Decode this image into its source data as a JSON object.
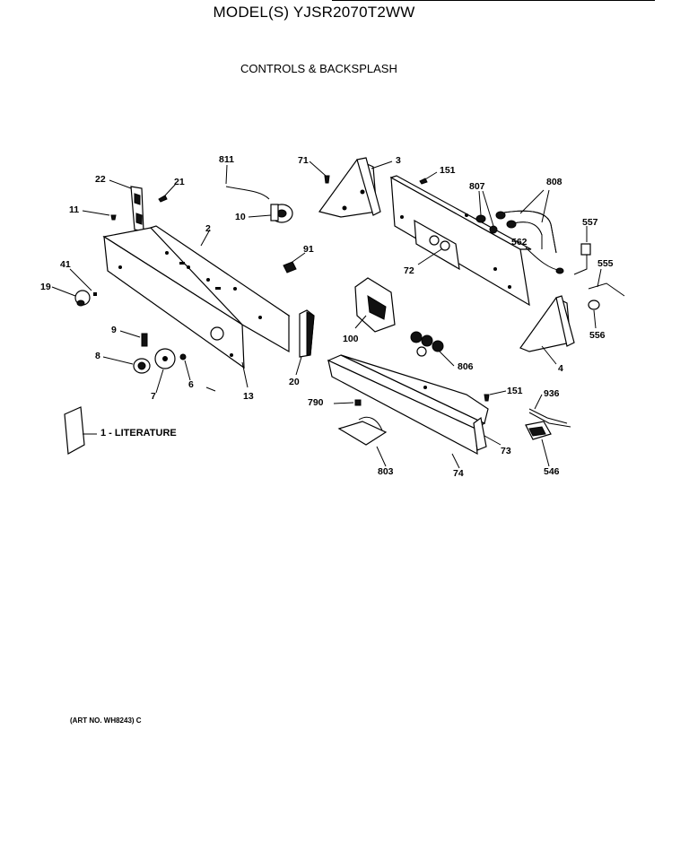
{
  "header": {
    "model_title": "MODEL(S) YJSR2070T2WW",
    "section_title": "CONTROLS & BACKSPLASH"
  },
  "literature_label": "1 - LITERATURE",
  "art_number": "(ART NO. WH8243) C",
  "callouts": {
    "c811": "811",
    "c71": "71",
    "c3": "3",
    "c151a": "151",
    "c807": "807",
    "c808": "808",
    "c22": "22",
    "c21": "21",
    "c11": "11",
    "c10": "10",
    "c2": "2",
    "c91": "91",
    "c557": "557",
    "c562": "562",
    "c555": "555",
    "c72": "72",
    "c41": "41",
    "c19": "19",
    "c556": "556",
    "c100": "100",
    "c9": "9",
    "c8": "8",
    "c6": "6",
    "c7": "7",
    "c13": "13",
    "c20": "20",
    "c806": "806",
    "c4": "4",
    "c151b": "151",
    "c936": "936",
    "c790": "790",
    "c73": "73",
    "c803": "803",
    "c74": "74",
    "c546": "546"
  }
}
